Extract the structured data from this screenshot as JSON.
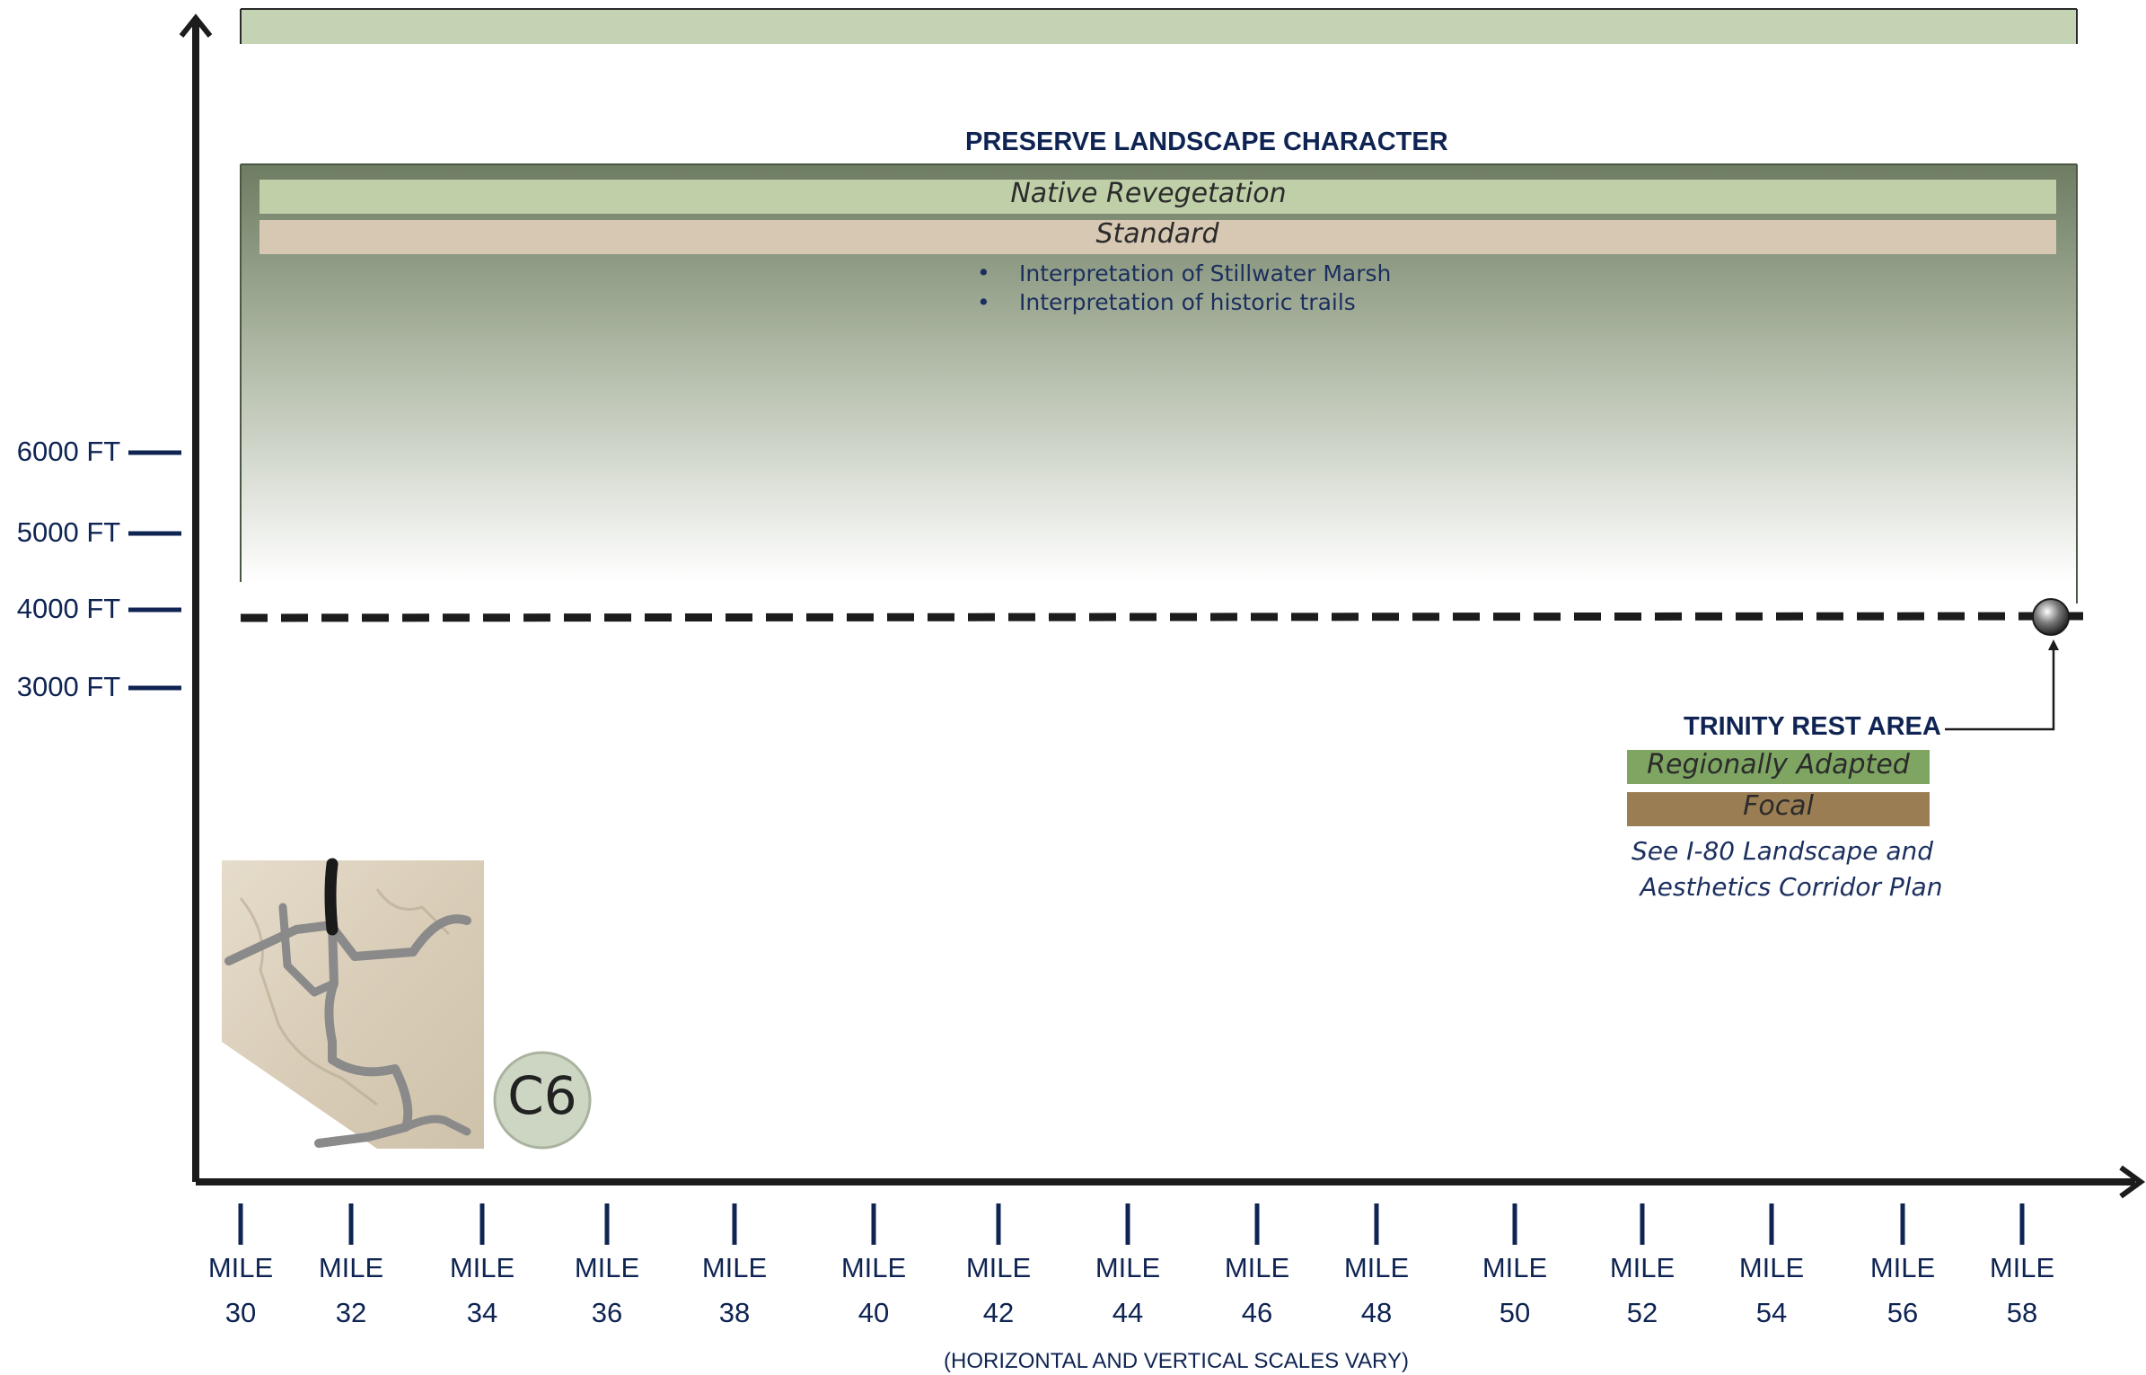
{
  "colors": {
    "navy": "#0f2452",
    "top_band": "#c4d3b3",
    "zone_gradient_top": "#6d7c62",
    "native_revegetation_bar": "#bfd0a8",
    "standard_bar": "#d7c8b3",
    "regionally_adapted_bar": "#7fa562",
    "focal_bar": "#9a7d52",
    "badge": "#ccd6c2"
  },
  "zone": {
    "title": "PRESERVE LANDSCAPE CHARACTER",
    "bars": [
      {
        "label": "Native Revegetation"
      },
      {
        "label": "Standard"
      }
    ],
    "bullets": [
      "Interpretation of Stillwater Marsh",
      "Interpretation of historic trails"
    ]
  },
  "elevation_ticks": [
    "6000 FT",
    "5000 FT",
    "4000 FT",
    "3000 FT"
  ],
  "profile": {
    "elevation_ft": 4000,
    "from_mile": 30,
    "to_mile": 58,
    "style": "dashed"
  },
  "rest_area": {
    "title": "TRINITY REST AREA",
    "mile": 58,
    "bars": [
      {
        "label": "Regionally Adapted"
      },
      {
        "label": "Focal"
      }
    ],
    "note_line1": "See I-80 Landscape and",
    "note_line2": "Aesthetics Corridor Plan"
  },
  "mile_markers": [
    {
      "word": "MILE",
      "num": "30"
    },
    {
      "word": "MILE",
      "num": "32"
    },
    {
      "word": "MILE",
      "num": "34"
    },
    {
      "word": "MILE",
      "num": "36"
    },
    {
      "word": "MILE",
      "num": "38"
    },
    {
      "word": "MILE",
      "num": "40"
    },
    {
      "word": "MILE",
      "num": "42"
    },
    {
      "word": "MILE",
      "num": "44"
    },
    {
      "word": "MILE",
      "num": "46"
    },
    {
      "word": "MILE",
      "num": "48"
    },
    {
      "word": "MILE",
      "num": "50"
    },
    {
      "word": "MILE",
      "num": "52"
    },
    {
      "word": "MILE",
      "num": "54"
    },
    {
      "word": "MILE",
      "num": "56"
    },
    {
      "word": "MILE",
      "num": "58"
    }
  ],
  "scale_note": "(HORIZONTAL AND VERTICAL SCALES VARY)",
  "section_badge": "C6",
  "locator_map": {
    "icon": "locator-map-icon"
  }
}
